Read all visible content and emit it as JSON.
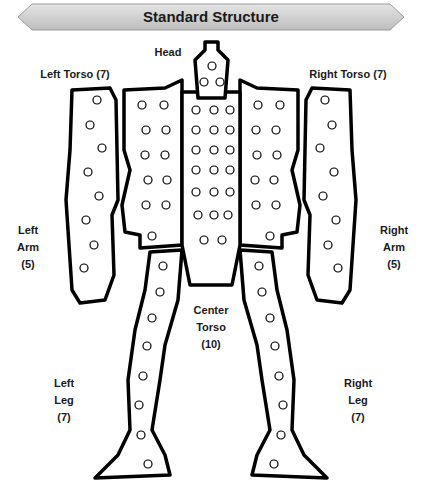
{
  "diagram": {
    "title": "Standard Structure",
    "labels": [
      "Head",
      "Left Torso (7)",
      "Right Torso (7)",
      "Left Arm (5)",
      "Right Arm (5)",
      "Center Torso (10)",
      "Left Leg (7)",
      "Right Leg (7)"
    ]
  }
}
